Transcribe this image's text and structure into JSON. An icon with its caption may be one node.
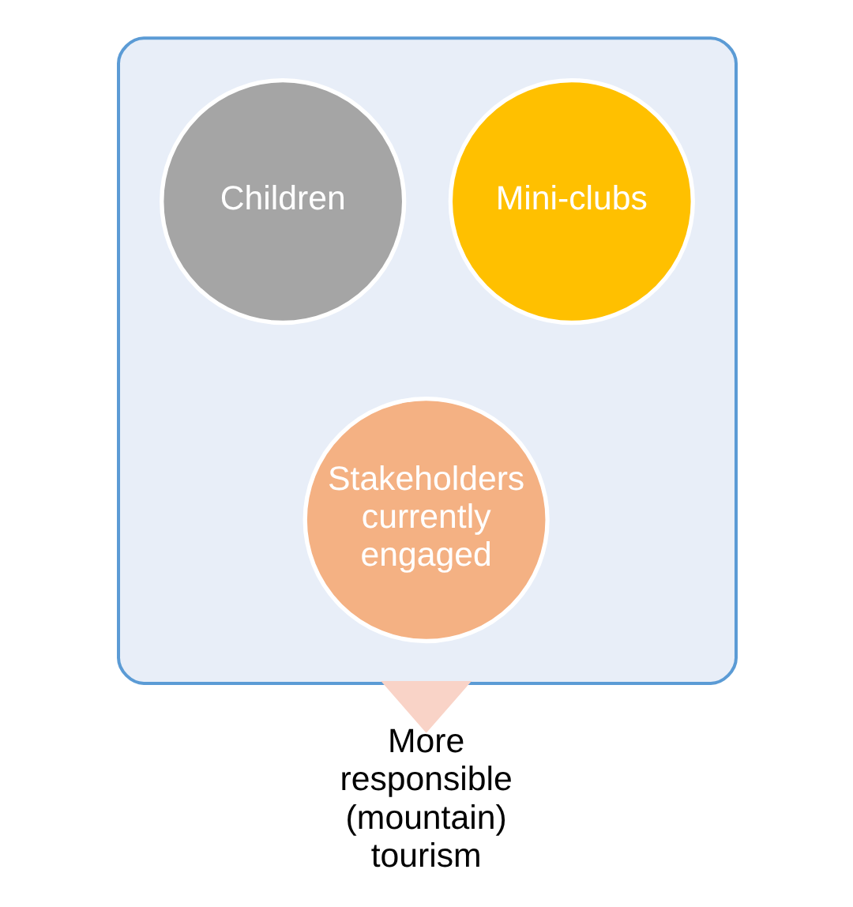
{
  "diagram": {
    "nodes": [
      {
        "text": [],
        "shape": "funnel"
      },
      {
        "text": [
          "Children"
        ],
        "in": 0
      },
      {
        "text": [
          "Mini-clubs"
        ],
        "in": 0
      },
      {
        "text": [
          "Stakeholders currently engaged"
        ],
        "in": 0
      },
      {
        "text": [
          "More responsible (mountain) tourism"
        ]
      }
    ],
    "edges": [
      {
        "from": 0,
        "to": 4,
        "arrow": "to",
        "style": "thick",
        "color": "#f9d3c7"
      }
    ]
  }
}
